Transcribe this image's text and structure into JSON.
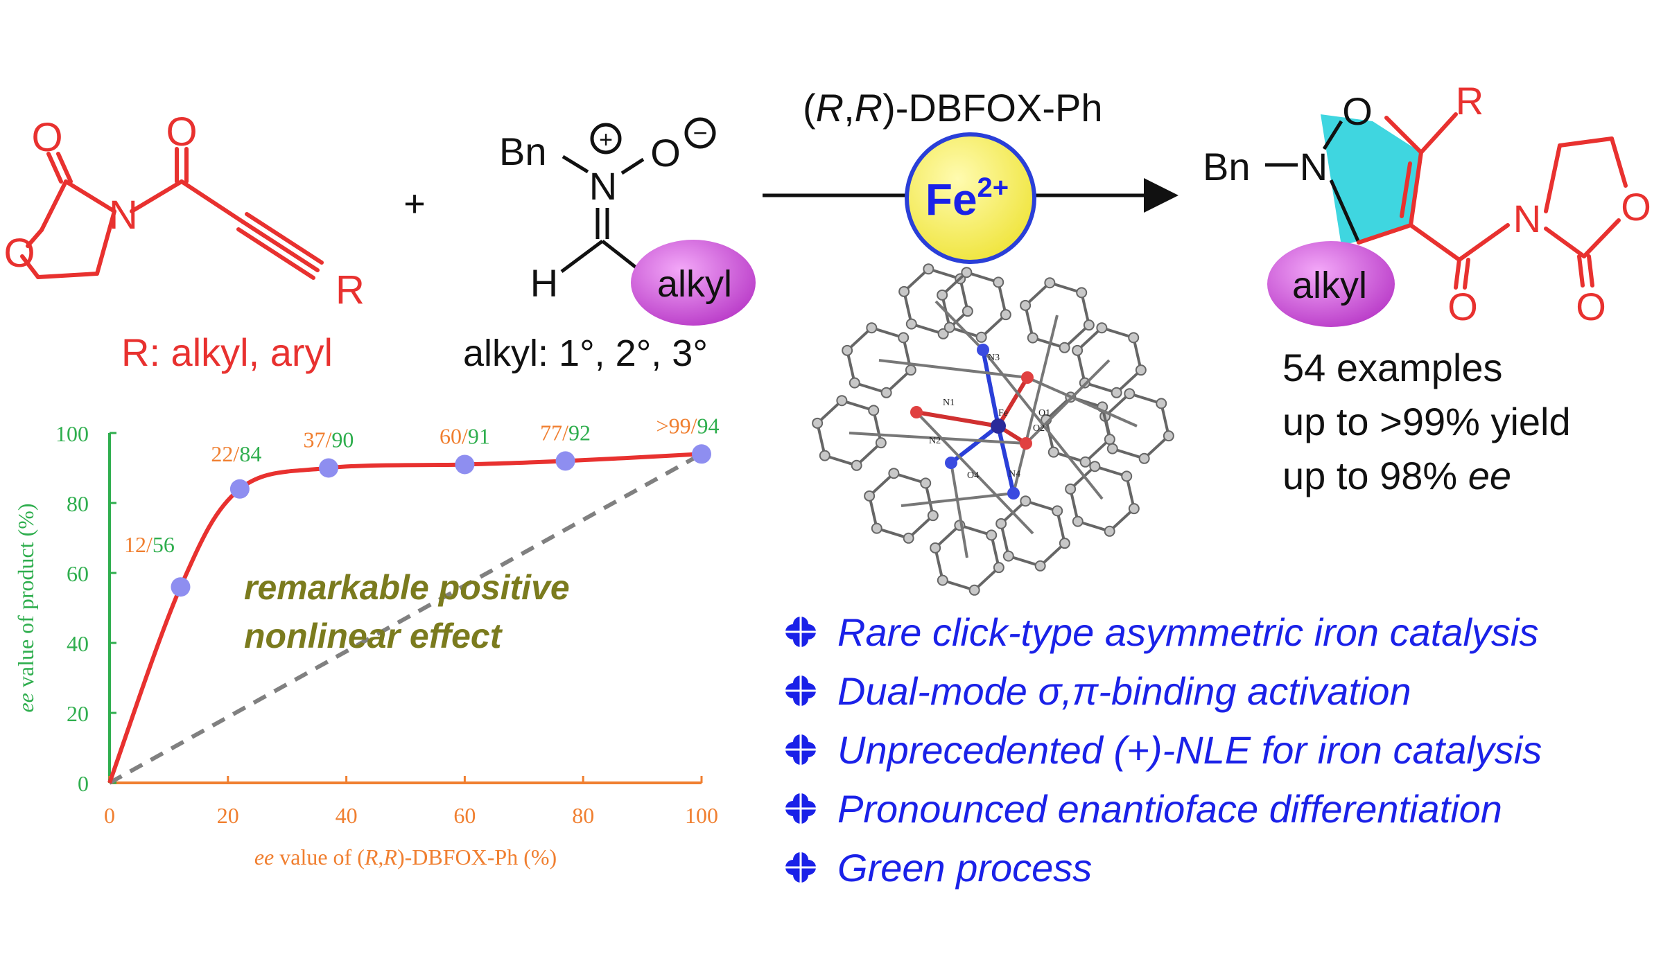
{
  "reactant1": {
    "atom_O1": "O",
    "atom_O2": "O",
    "atom_O3": "O",
    "atom_N": "N",
    "atom_R": "R",
    "caption": "R: alkyl, aryl"
  },
  "plus": "+",
  "reactant2": {
    "atom_Bn": "Bn",
    "atom_N": "N",
    "atom_O": "O",
    "atom_H": "H",
    "charge_plus": "+",
    "charge_minus": "−",
    "alkyl_label": "alkyl",
    "caption": "alkyl: 1°, 2°, 3°"
  },
  "catalyst": {
    "ligand_prefix_open": "(",
    "ligand_R1": "R",
    "ligand_comma": ",",
    "ligand_R2": "R",
    "ligand_suffix": ")-DBFOX-Ph",
    "metal": "Fe",
    "metal_charge": "2+"
  },
  "product": {
    "atom_Bn": "Bn",
    "atom_N1": "N",
    "atom_O1": "O",
    "atom_R": "R",
    "atom_N2": "N",
    "atom_O2": "O",
    "atom_O3": "O",
    "atom_O4": "O",
    "alkyl_label": "alkyl",
    "stats": [
      "54 examples",
      "up to >99% yield",
      "up to 98% "
    ],
    "stats_ee": "ee"
  },
  "crystal_labels": [
    "N3",
    "N1",
    "O1",
    "Fe",
    "O2",
    "N2",
    "N4",
    "O4"
  ],
  "chart_data": {
    "type": "line",
    "xlabel_ee": "ee",
    "xlabel_mid": " value of (",
    "xlabel_R1": "R",
    "xlabel_comma": ",",
    "xlabel_R2": "R",
    "xlabel_end": ")-DBFOX-Ph (%)",
    "ylabel_ee": "ee",
    "ylabel_rest": " value of product (%)",
    "xlim": [
      0,
      100
    ],
    "ylim": [
      0,
      100
    ],
    "xticks": [
      0,
      20,
      40,
      60,
      80,
      100
    ],
    "yticks": [
      0,
      20,
      40,
      60,
      80,
      100
    ],
    "series": [
      {
        "points": [
          [
            0,
            0
          ],
          [
            12,
            56
          ],
          [
            22,
            84
          ],
          [
            37,
            90
          ],
          [
            60,
            91
          ],
          [
            77,
            92
          ],
          [
            100,
            94
          ]
        ],
        "color": "#e8312f"
      },
      {
        "points": [
          [
            0,
            0
          ],
          [
            100,
            94
          ]
        ],
        "color": "#808080",
        "dashed": true
      }
    ],
    "data_labels": [
      {
        "x": 12,
        "y": 56,
        "left": "12",
        "right": "56"
      },
      {
        "x": 22,
        "y": 84,
        "left": "22",
        "right": "84"
      },
      {
        "x": 37,
        "y": 90,
        "left": "37",
        "right": "90"
      },
      {
        "x": 60,
        "y": 91,
        "left": "60",
        "right": "91"
      },
      {
        "x": 77,
        "y": 92,
        "left": "77",
        "right": "92"
      },
      {
        "x": 100,
        "y": 94,
        "left": ">99",
        "right": "94"
      }
    ],
    "annotation": [
      "remarkable positive",
      "nonlinear effect"
    ],
    "colors": {
      "axis_y": "#2fae4e",
      "axis_x": "#f07f30",
      "curve": "#e8312f",
      "marker": "#8e8ef0",
      "annotation": "#7b7b1e"
    }
  },
  "highlights": [
    "Rare click-type asymmetric iron catalysis",
    "Dual-mode σ,π-binding activation",
    "Unprecedented (+)-NLE for iron catalysis",
    "Pronounced enantioface differentiation",
    "Green process"
  ],
  "colors": {
    "red": "#e8312f",
    "blue": "#1a21e8",
    "magenta": "#c94cd6",
    "cyan": "#3fd6e0",
    "yellow": "#f6f05a"
  }
}
